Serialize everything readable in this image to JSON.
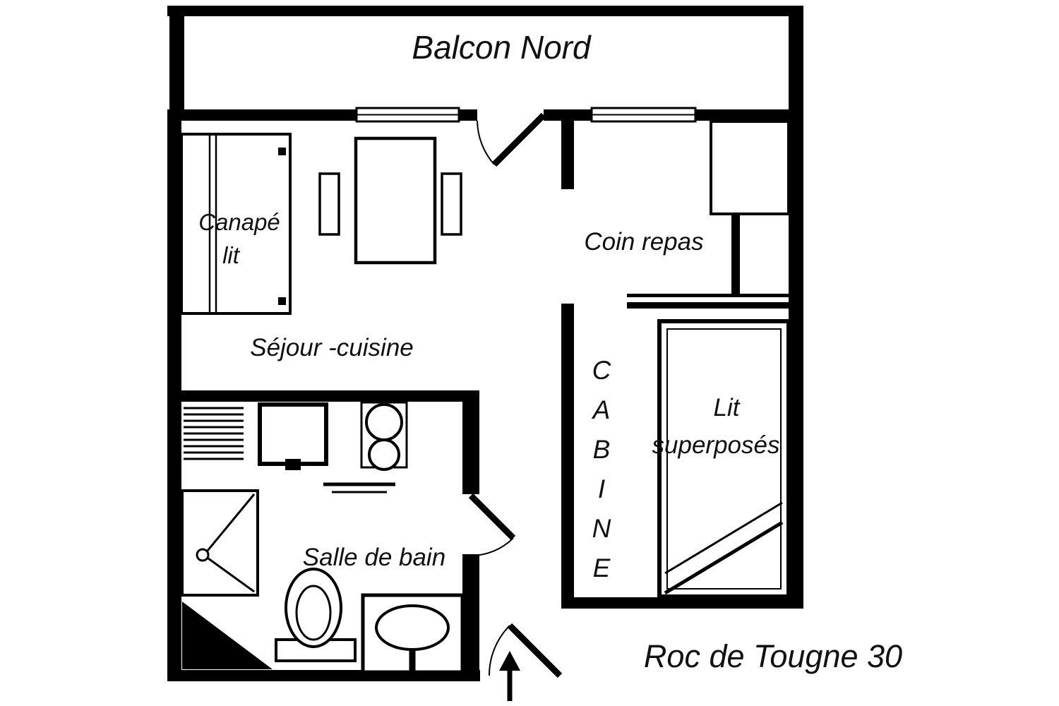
{
  "plan": {
    "title": "Roc de Tougne 30",
    "labels": {
      "balcony": "Balcon Nord",
      "sofa_line1": "Canapé",
      "sofa_line2": "lit",
      "dining": "Coin repas",
      "living_kitchen": "Séjour -cuisine",
      "bunk_line1": "Lit",
      "bunk_line2": "superposés",
      "bathroom": "Salle de bain"
    },
    "cabin_letters": [
      "C",
      "A",
      "B",
      "I",
      "N",
      "E"
    ],
    "colors": {
      "wall": "#000000",
      "text": "#111111",
      "background": "#ffffff"
    }
  }
}
